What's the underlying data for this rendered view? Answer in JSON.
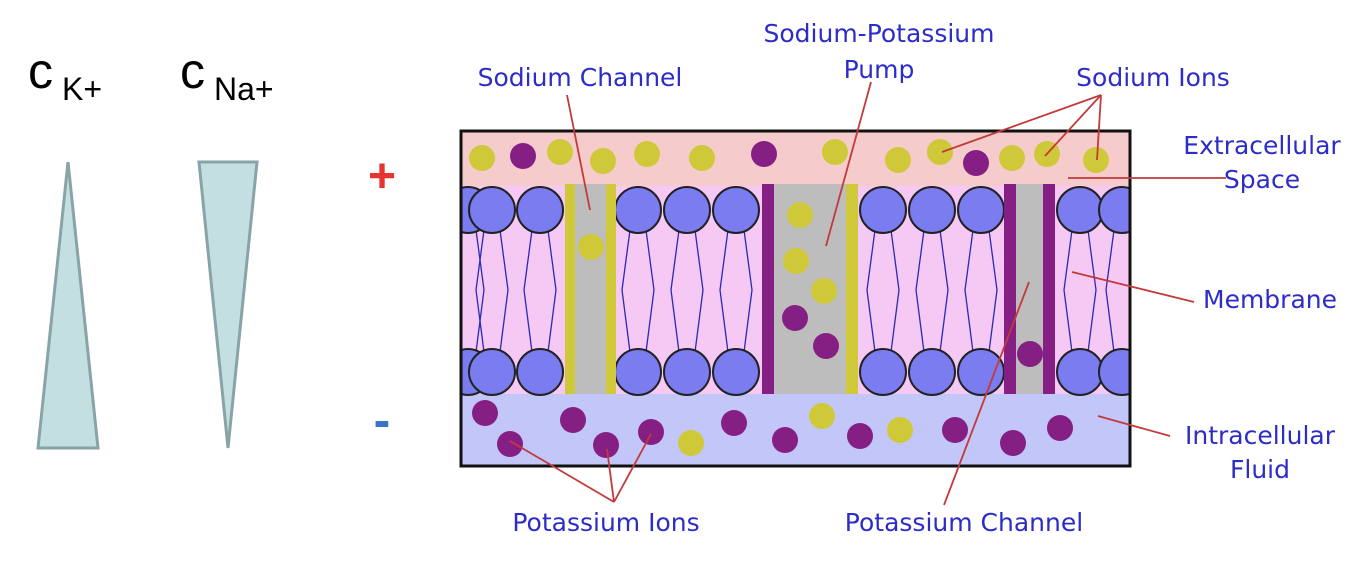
{
  "gradients": {
    "k_symbol": "c",
    "k_subscript": "K+",
    "na_symbol": "c",
    "na_subscript": "Na+"
  },
  "potential": {
    "positive": "+",
    "negative": "-"
  },
  "labels": {
    "sodium_channel": "Sodium Channel",
    "pump_line1": "Sodium-Potassium",
    "pump_line2": "Pump",
    "sodium_ions": "Sodium Ions",
    "extracellular_line1": "Extracellular",
    "extracellular_line2": "Space",
    "membrane": "Membrane",
    "intracellular_line1": "Intracellular",
    "intracellular_line2": "Fluid",
    "potassium_ions": "Potassium Ions",
    "potassium_channel": "Potassium Channel"
  },
  "colors": {
    "extracellular": "#f6cbcb",
    "membrane": "#f6c8f4",
    "intracellular": "#c3c6f8",
    "phospholipid_head": "#7b7cf0",
    "sodium_ion": "#cfc93a",
    "potassium_ion": "#861f84",
    "channel_gray": "#bdbdbd",
    "annotation_line": "#c23a3a",
    "label_text": "#2c2cc8",
    "gradient_fill": "#c3dfe1",
    "positive_sign": "#e8342e",
    "negative_sign": "#3a74c4"
  }
}
